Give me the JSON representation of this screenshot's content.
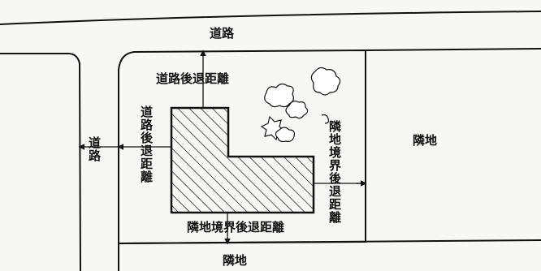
{
  "labels": {
    "road_top": "道路",
    "road_left": "道路",
    "neighbor_right": "隣地",
    "neighbor_bottom": "隣地",
    "setback_road_top": "道路後退距離",
    "setback_road_left": "道路後退距離",
    "setback_neighbor_right": "隣地境界後退距離",
    "setback_neighbor_bottom": "隣地境界後退距離"
  },
  "colors": {
    "ink": "#111111",
    "paper": "#f7f7f5"
  },
  "icons": {
    "trees": "tree-cluster-icon"
  }
}
